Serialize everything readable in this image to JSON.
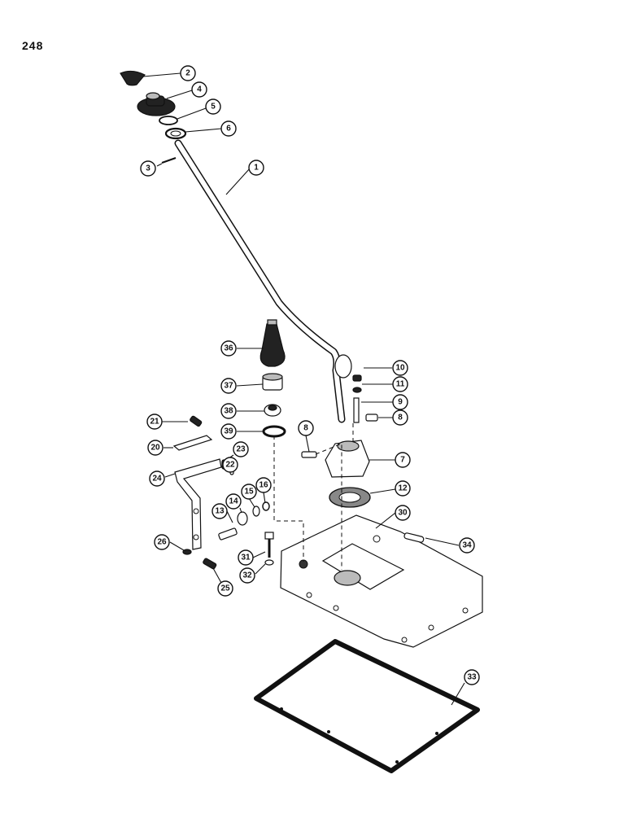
{
  "page": {
    "number": "248"
  },
  "callouts": [
    {
      "id": "c1",
      "label": "1"
    },
    {
      "id": "c2",
      "label": "2"
    },
    {
      "id": "c3",
      "label": "3"
    },
    {
      "id": "c4",
      "label": "4"
    },
    {
      "id": "c5",
      "label": "5"
    },
    {
      "id": "c6",
      "label": "6"
    },
    {
      "id": "c7",
      "label": "7"
    },
    {
      "id": "c8a",
      "label": "8"
    },
    {
      "id": "c8b",
      "label": "8"
    },
    {
      "id": "c9",
      "label": "9"
    },
    {
      "id": "c10",
      "label": "10"
    },
    {
      "id": "c11",
      "label": "11"
    },
    {
      "id": "c12",
      "label": "12"
    },
    {
      "id": "c13",
      "label": "13"
    },
    {
      "id": "c14",
      "label": "14"
    },
    {
      "id": "c15",
      "label": "15"
    },
    {
      "id": "c16",
      "label": "16"
    },
    {
      "id": "c20",
      "label": "20"
    },
    {
      "id": "c21",
      "label": "21"
    },
    {
      "id": "c22",
      "label": "22"
    },
    {
      "id": "c23",
      "label": "23"
    },
    {
      "id": "c24",
      "label": "24"
    },
    {
      "id": "c25",
      "label": "25"
    },
    {
      "id": "c26",
      "label": "26"
    },
    {
      "id": "c30",
      "label": "30"
    },
    {
      "id": "c31",
      "label": "31"
    },
    {
      "id": "c32",
      "label": "32"
    },
    {
      "id": "c33",
      "label": "33"
    },
    {
      "id": "c34",
      "label": "34"
    },
    {
      "id": "c36",
      "label": "36"
    },
    {
      "id": "c37",
      "label": "37"
    },
    {
      "id": "c38",
      "label": "38"
    },
    {
      "id": "c39",
      "label": "39"
    }
  ]
}
